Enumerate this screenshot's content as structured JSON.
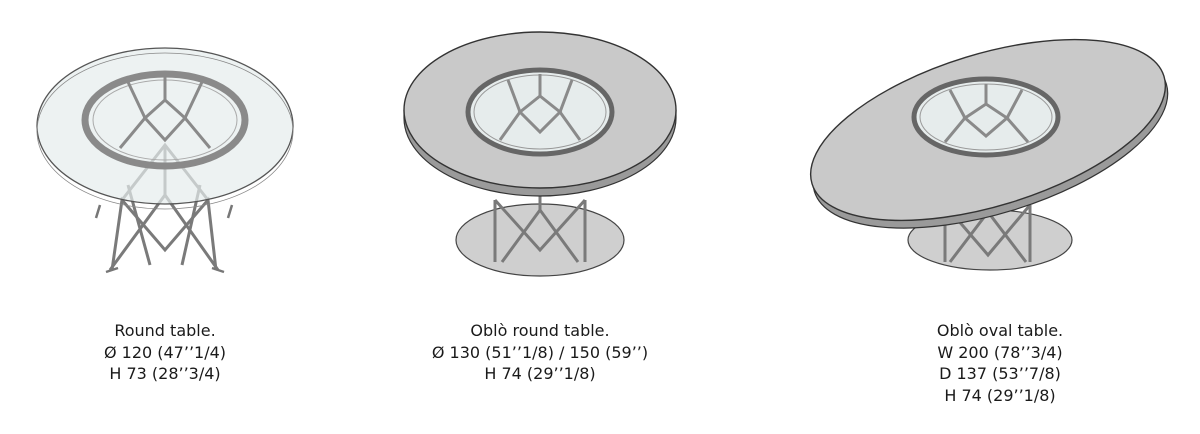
{
  "products": [
    {
      "name": "Round table.",
      "dims": [
        "Ø 120 (47’’1/4)",
        "H 73 (28’’3/4)"
      ]
    },
    {
      "name": "Oblò round table.",
      "dims": [
        "Ø 130 (51’’1/8) / 150 (59’’)",
        "H 74 (29’’1/8)"
      ]
    },
    {
      "name": "Oblò oval table.",
      "dims": [
        "W 200 (78’’3/4)",
        "D 137 (53’’7/8)",
        "H 74 (29’’1/8)"
      ]
    }
  ],
  "colors": {
    "glass": "#e6ecec",
    "top": "#c9c9c9",
    "base": "#cfcfcf",
    "frame": "#7a7a7a",
    "outline": "#333333"
  }
}
